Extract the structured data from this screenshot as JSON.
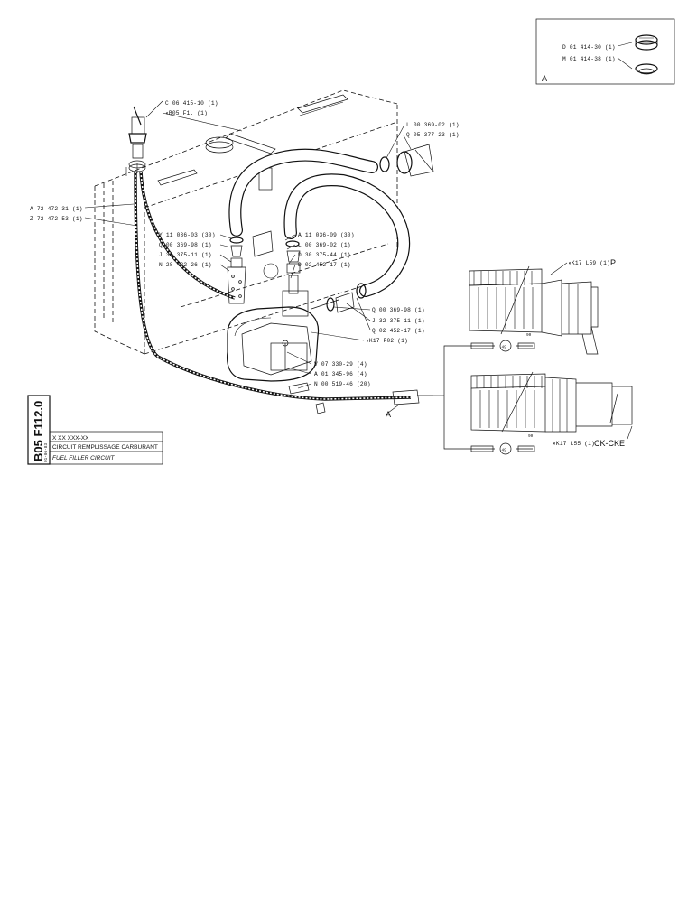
{
  "drawing_code": "B05 F112.0",
  "drawing_date": "01-06-83",
  "title_block": {
    "ref": "X XX XXX-XX",
    "title_fr": "CIRCUIT REMPLISSAGE CARBURANT",
    "title_en": "FUEL FILLER CIRCUIT"
  },
  "detail_box": {
    "letter": "A",
    "parts": [
      "D 01 414-30 (1)",
      "M 01 414-38 (1)"
    ]
  },
  "labels_left": [
    "A 72 472-31 (1)",
    "Z 72 472-53 (1)"
  ],
  "labels_top": [
    "C 06 415-10 (1)",
    "◖B05 F1.  (1)"
  ],
  "labels_cap": [
    "L 00 369-02 (1)",
    "Q 05 377-23 (1)"
  ],
  "labels_mid_left": [
    "Y 11 036-03 (30)",
    "Q 00 369-98 (1)",
    "J 32 375-11 (1)",
    "N 28 432-26 (1)"
  ],
  "labels_mid_right": [
    "A 11 036-09 (30)",
    "L 00 369-02 (1)",
    "D 30 375-44 (1)",
    "D 02 452-17 (1)"
  ],
  "labels_pump_right": [
    "Q 00 369-98 (1)",
    "J 32 375-11 (1)",
    "Q 02 452-17 (1)",
    "◖K17 P02 (1)"
  ],
  "labels_pump_bottom": [
    "V 07 330-29 (4)",
    "A 01 345-96 (4)",
    "N 00 519-46 (20)"
  ],
  "connector_a": "A",
  "conn_p": {
    "ref": "◖K17 L59 (1)",
    "model": "P"
  },
  "conn_ck": {
    "ref": "◖K17 L55 (1)",
    "model": "CK-CKE"
  },
  "wire_tag": "49",
  "small_marks": [
    "90",
    "90"
  ]
}
